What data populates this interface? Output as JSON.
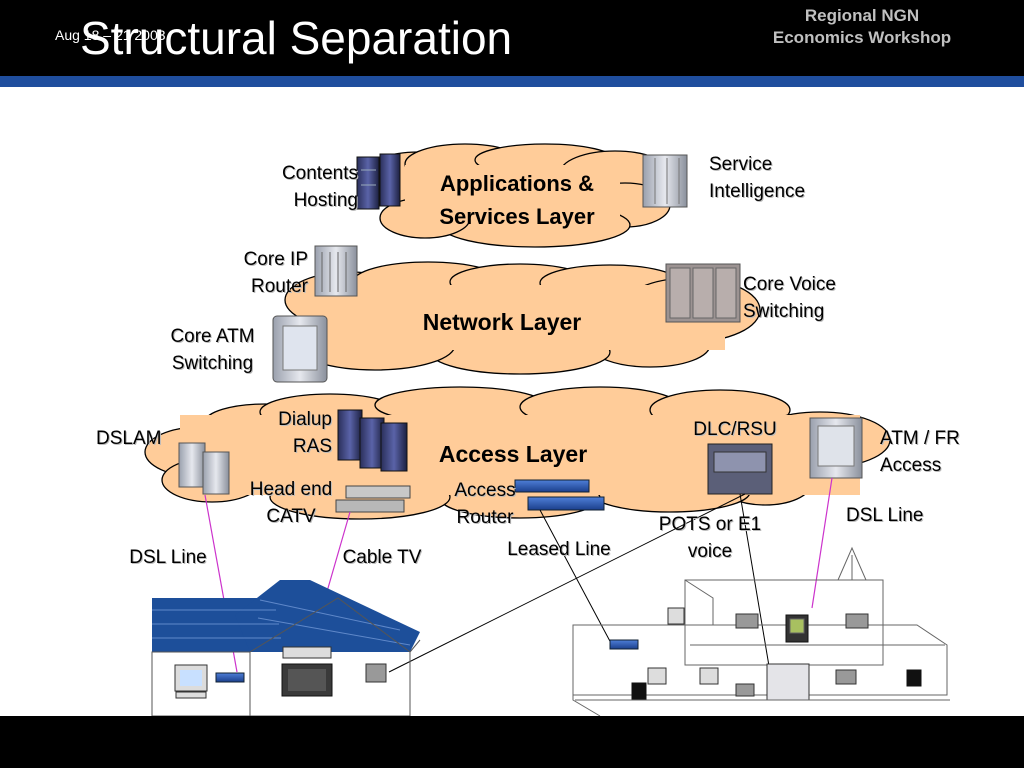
{
  "title": "Structural Separation",
  "layers": {
    "applications": "Applications &\nServices Layer",
    "network": "Network Layer",
    "access": "Access Layer"
  },
  "labels": {
    "contents_hosting": "Contents\nHosting",
    "service_intelligence": "Service\nIntelligence",
    "core_ip_router": "Core IP\nRouter",
    "core_voice_switching": "Core Voice\nSwitching",
    "core_atm_switching": "Core ATM\nSwitching",
    "dialup_ras": "Dialup\nRAS",
    "dlc_rsu": "DLC/RSU",
    "dslam": "DSLAM",
    "atm_fr_access": "ATM / FR\nAccess",
    "head_end_catv": "Head end\nCATV",
    "access_router": "Access\nRouter",
    "pots_e1_voice": "POTS or E1\nvoice",
    "dsl_line_right": "DSL Line",
    "leased_line": "Leased Line",
    "dsl_line_left": "DSL Line",
    "cable_tv": "Cable TV"
  },
  "footer": {
    "date": "Aug 18 – 21 2003",
    "event": "Regional NGN\nEconomics Workshop"
  },
  "colors": {
    "header": "#000000",
    "header_bar": "#1f4e9e",
    "cloud_fill": "#ffcc99",
    "cloud_stroke": "#000000",
    "dsl_line": "#cc33cc",
    "roof": "#1d4f9a"
  }
}
